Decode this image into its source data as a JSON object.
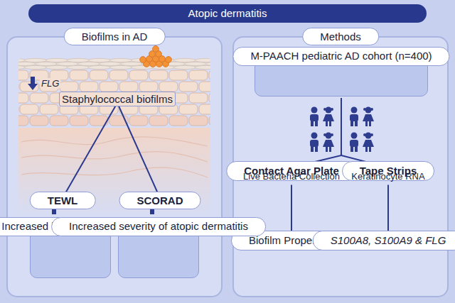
{
  "diagram": {
    "title": "Atopic dermatitis",
    "nodes": [
      {
        "text": [
          "Biofilms in AD"
        ]
      },
      {
        "text": [
          "Staphylococcal biofilms"
        ],
        "in": 0
      },
      {
        "text": [
          "TEWL"
        ],
        "in": 0
      },
      {
        "text": [
          "SCORAD"
        ],
        "in": 0
      },
      {
        "text": [
          "Increased barrier dysfunction"
        ],
        "in": 0
      },
      {
        "text": [
          "Increased severity of atopic dermatitis"
        ],
        "in": 0
      },
      {
        "text": [
          "Methods"
        ]
      },
      {
        "text": [
          "M-PAACH pediatric AD cohort (n=400)"
        ],
        "in": 6
      },
      {
        "text": [
          "Contact Agar Plate",
          "Live Bacteria Collection"
        ],
        "in": 6
      },
      {
        "text": [
          "Tape Strips",
          "Keratinocyte RNA"
        ],
        "in": 6
      },
      {
        "text": [
          "Biofilm Propensity"
        ],
        "in": 6
      },
      {
        "text": [
          "S100A8, S100A9 & FLG"
        ],
        "in": 6
      }
    ],
    "edges": [
      {
        "from": 1,
        "to": 2,
        "arrow": "to"
      },
      {
        "from": 1,
        "to": 3,
        "arrow": "to"
      },
      {
        "from": 7,
        "to": 8,
        "arrow": "to"
      },
      {
        "from": 7,
        "to": 9,
        "arrow": "to"
      },
      {
        "from": 8,
        "to": 10,
        "arrow": "to"
      },
      {
        "from": 9,
        "to": 11,
        "arrow": "to"
      }
    ],
    "labels": [
      "FLG"
    ]
  }
}
